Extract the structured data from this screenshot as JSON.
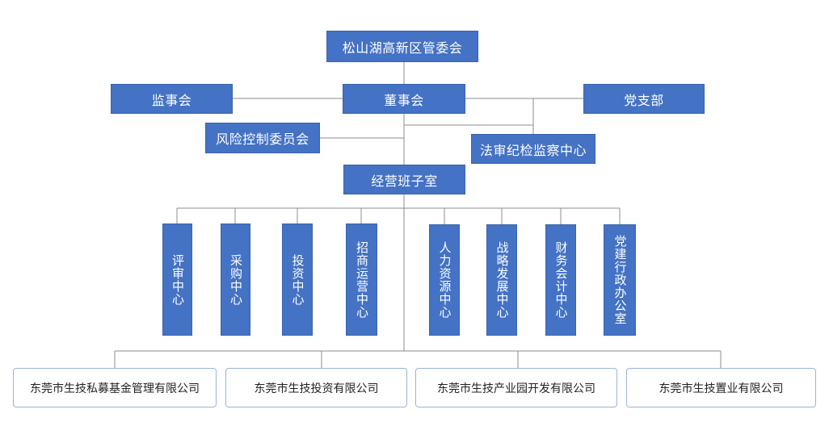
{
  "diagram": {
    "top": {
      "authority": "松山湖高新区管委会"
    },
    "board_level": {
      "supervisory_board": "监事会",
      "board_of_directors": "董事会",
      "party_branch": "党支部"
    },
    "committees": {
      "risk_control": "风险控制委员会",
      "legal_discipline": "法审纪检监察中心"
    },
    "management": "经营班子室",
    "departments": [
      "评审中心",
      "采购中心",
      "投资中心",
      "招商运营中心",
      "人力资源中心",
      "战略发展中心",
      "财务会计中心",
      "党建行政办公室"
    ],
    "subsidiaries": [
      "东莞市生技私募基金管理有限公司",
      "东莞市生技投资有限公司",
      "东莞市生技产业园开发有限公司",
      "东莞市生技置业有限公司"
    ],
    "colors": {
      "box_fill": "#4472c4",
      "box_text": "#ffffff",
      "line": "#8c8c8c",
      "company_border": "#9ab4d8"
    }
  }
}
